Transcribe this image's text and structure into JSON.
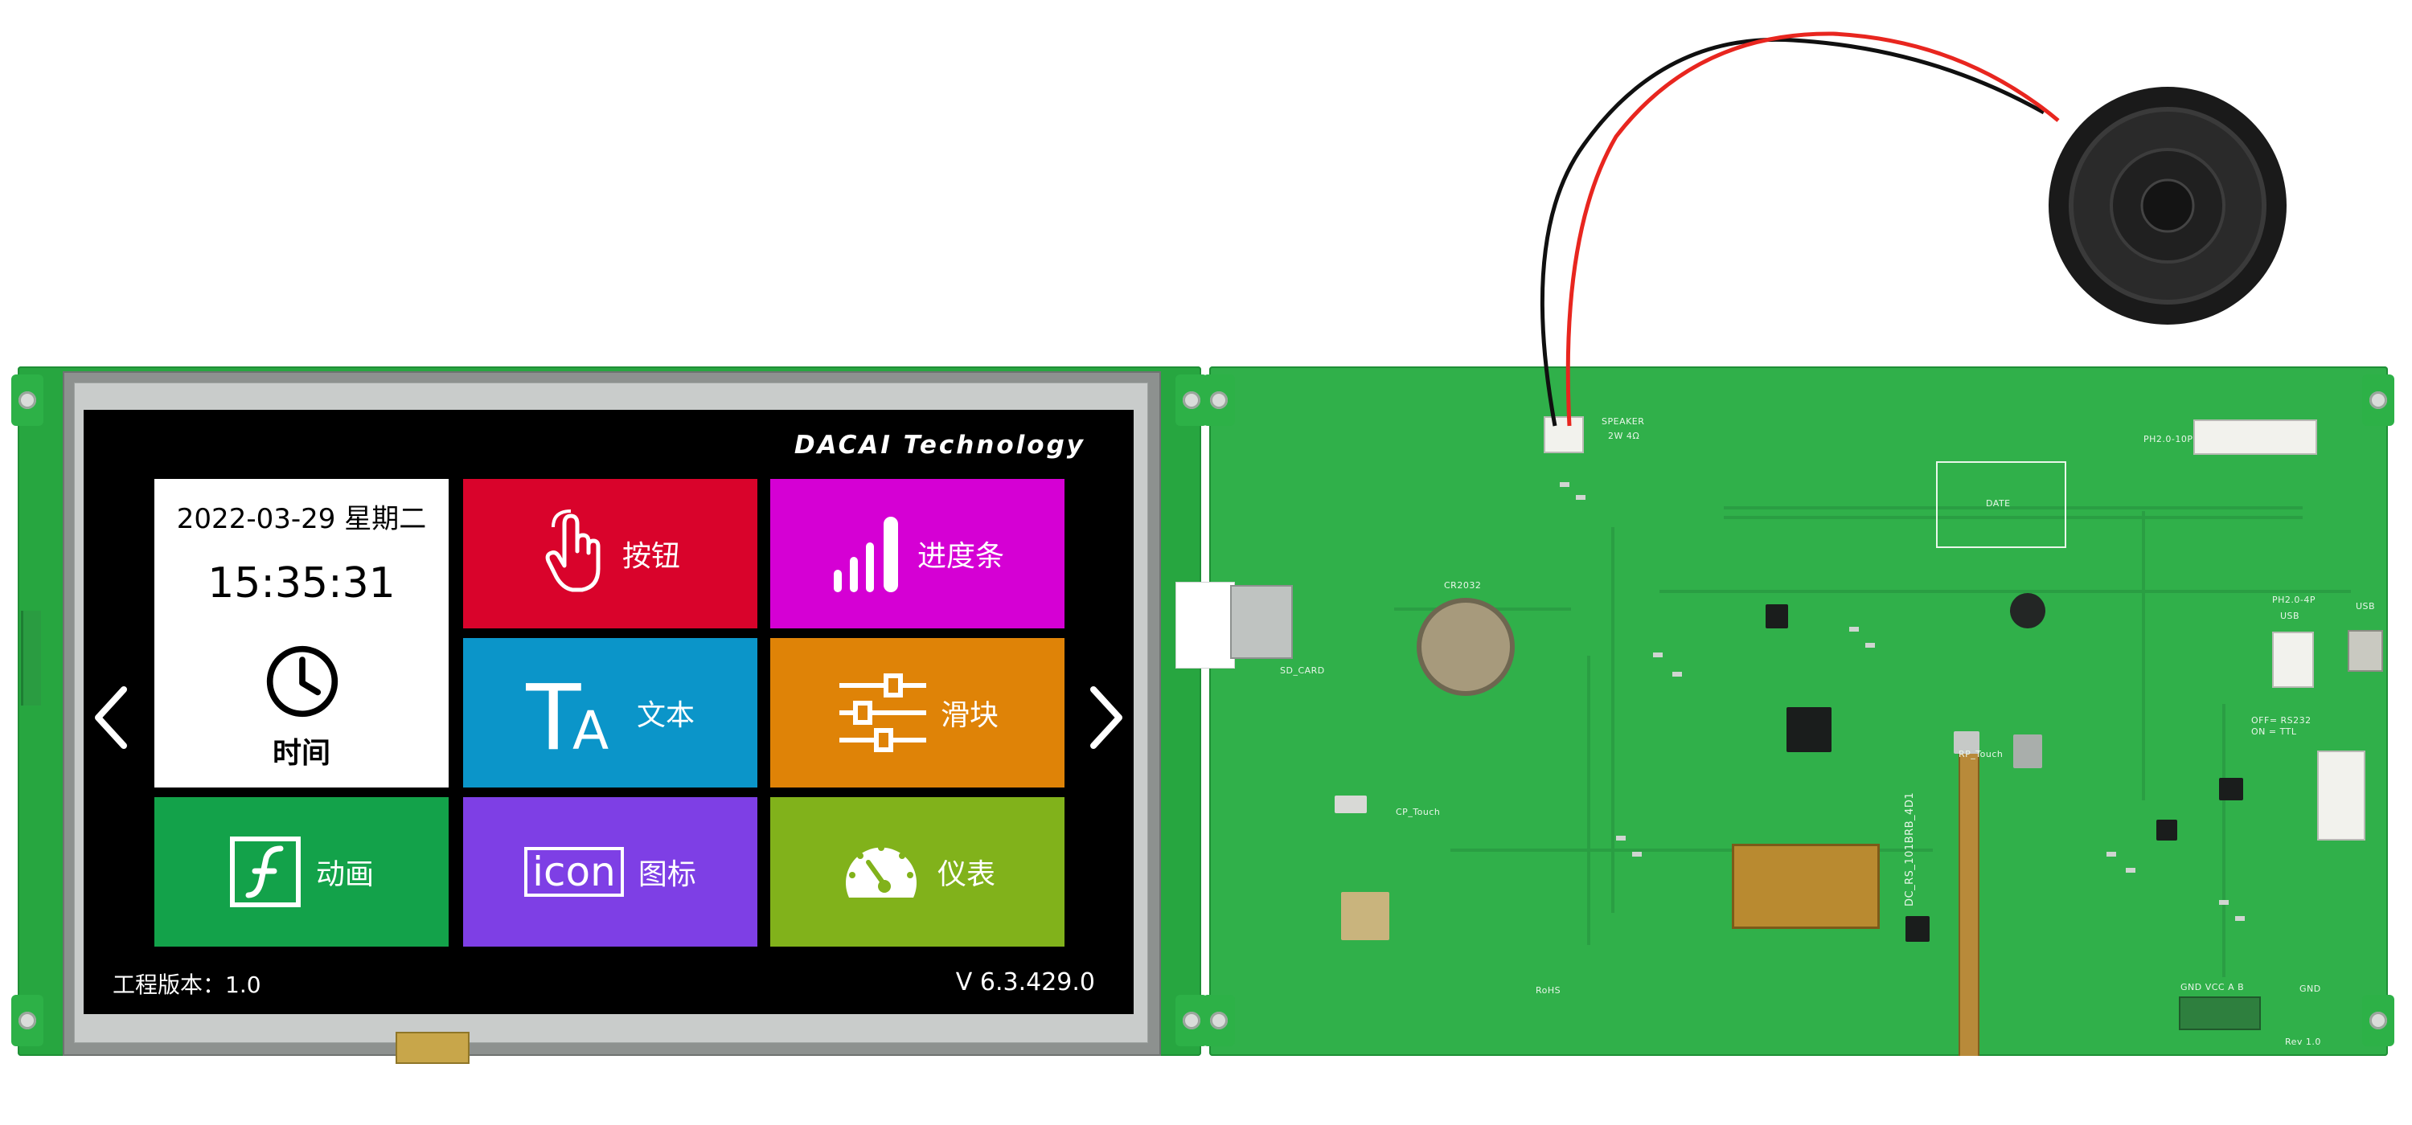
{
  "screen": {
    "brand": "DACAI  Technology",
    "clock": {
      "date": "2022-03-29 星期二",
      "time": "15:35:31",
      "label": "时间",
      "icon": "clock-icon"
    },
    "tiles": [
      {
        "id": "button",
        "label": "按钮",
        "icon": "finger-tap-icon",
        "color": "#d9032b"
      },
      {
        "id": "progress",
        "label": "进度条",
        "icon": "signal-bars-icon",
        "color": "#d500d4"
      },
      {
        "id": "text",
        "label": "文本",
        "icon": "text-ta-icon",
        "color": "#0b95c9"
      },
      {
        "id": "slider",
        "label": "滑块",
        "icon": "sliders-icon",
        "color": "#df8307"
      },
      {
        "id": "animation",
        "label": "动画",
        "icon": "flash-f-icon",
        "color": "#13a24a"
      },
      {
        "id": "icon",
        "label": "图标",
        "icon": "icon-box-icon",
        "color": "#7e3fe5",
        "icon_text": "icon"
      },
      {
        "id": "gauge",
        "label": "仪表",
        "icon": "gauge-icon",
        "color": "#81b21b"
      }
    ],
    "nav": {
      "prev_icon": "chevron-left-icon",
      "next_icon": "chevron-right-icon"
    },
    "footer": {
      "project_version": "工程版本：1.0",
      "firmware_version": "V 6.3.429.0"
    }
  },
  "pcb": {
    "labels": {
      "speaker": "SPEAKER",
      "speaker_spec": "2W 4Ω",
      "sd": "SD_CARD",
      "cr": "CR2032",
      "cp_touch": "CP_Touch",
      "rp_touch": "RP_Touch",
      "ph10": "PH2.0-10P",
      "ph4": "PH2.0-4P",
      "usb": "USB",
      "usb2": "USB",
      "rs232": "OFF= RS232",
      "ttl": "ON = TTL",
      "gnd_row": "GND VCC A  B",
      "gnd": "GND",
      "model": "DC_RS_101BRB_4D1",
      "rev": "Rev 1.0",
      "date": "DATE",
      "rohs": "RoHS"
    },
    "colors": {
      "board": "#30b04a",
      "wire_red": "#e8261f",
      "wire_black": "#101010"
    }
  }
}
